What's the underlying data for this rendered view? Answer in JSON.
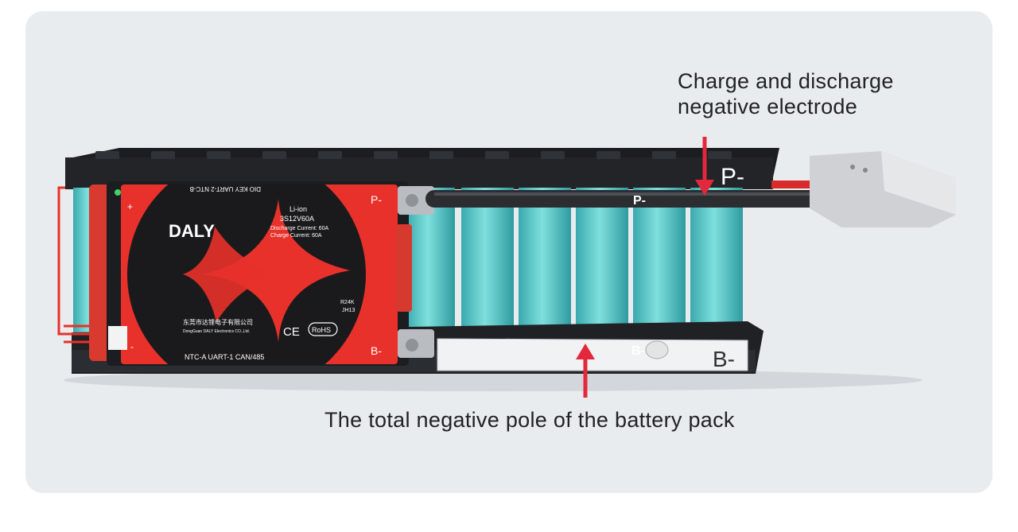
{
  "callouts": {
    "top_line1": "Charge and discharge",
    "top_line2": "negative electrode",
    "bottom": "The total negative pole of the battery pack"
  },
  "bms": {
    "brand": "DALY",
    "chem": "Li-ion",
    "model": "3S12V60A",
    "spec1": "Discharge Current: 60A",
    "spec2": "Charge     Current: 60A",
    "code1": "R24K",
    "code2": "JH13",
    "company_cn": "东莞市达锂电子有限公司",
    "company_en": "DongGuan DALY Electronics CO.,Ltd.",
    "ports_bottom": "NTC-A  UART-1  CAN/485",
    "ports_top": "DIO  KEY  UART-2  NTC-B",
    "plus": "+",
    "minus": "-",
    "p_minus": "P-",
    "b_minus": "B-",
    "ce": "CE",
    "rohs": "RoHS"
  },
  "labels": {
    "p_wire": "P-",
    "p_big": "P-",
    "b_wire": "B-",
    "b_big": "B-"
  },
  "colors": {
    "card": "#e9ecef",
    "bms_red": "#e8312a",
    "cell_teal": "#5cc9c9",
    "arrow_red": "#e3283b",
    "wire_blue": "#3b86d6"
  }
}
